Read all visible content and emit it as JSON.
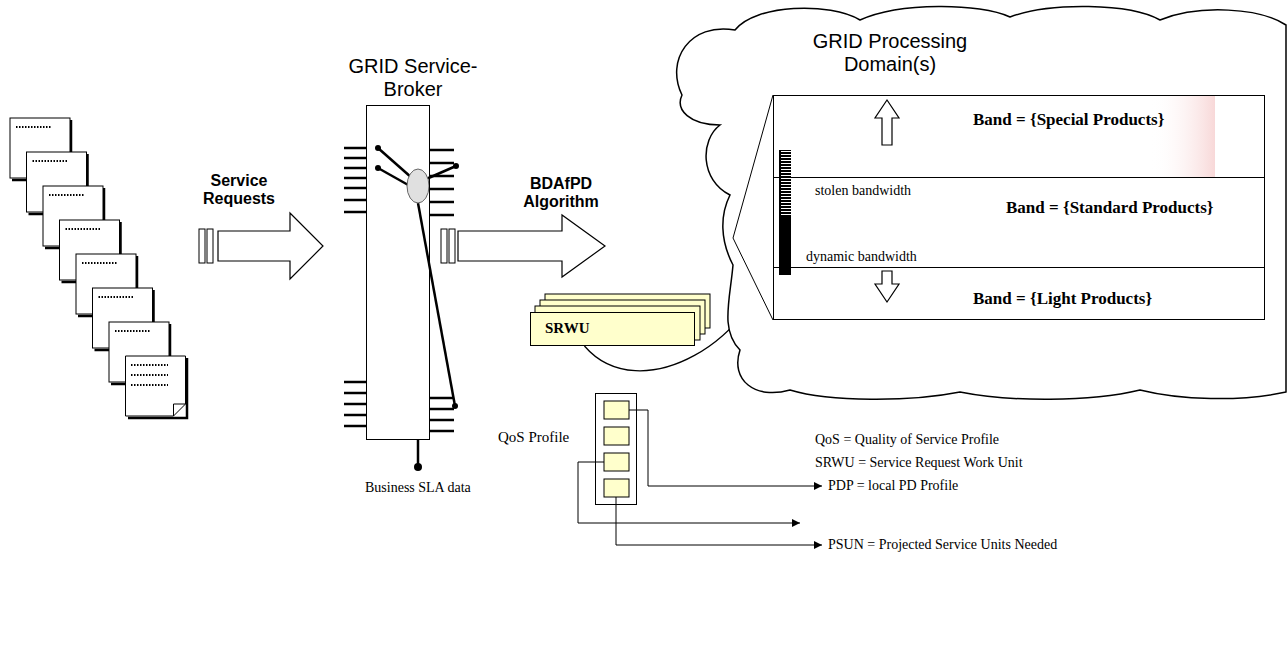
{
  "diagram": {
    "nodes": [
      {
        "text": [
          "GRID Service-Broker"
        ]
      },
      {
        "text": [
          "SRWU"
        ]
      },
      {
        "text": [
          "GRID Processing Domain(s)"
        ]
      },
      {
        "text": [
          "Band = {Special Products}"
        ],
        "in": 2
      },
      {
        "text": [
          "Band = {Standard Products}"
        ],
        "in": 2
      },
      {
        "text": [
          "Band = {Light Products}"
        ],
        "in": 2
      },
      {
        "text": [
          "QoS Profile"
        ]
      }
    ],
    "edges": [
      {
        "from": 1,
        "to": 4,
        "arrow": "to"
      }
    ],
    "labels": [
      "Service Requests",
      "BDAfPD Algorithm",
      "Business SLA data",
      "stolen bandwidth",
      "dynamic bandwidth",
      "QoS = Quality of Service Profile",
      "SRWU = Service Request Work Unit",
      "PDP = local PD Profile",
      "PSUN = Projected Service Units Needed"
    ]
  }
}
